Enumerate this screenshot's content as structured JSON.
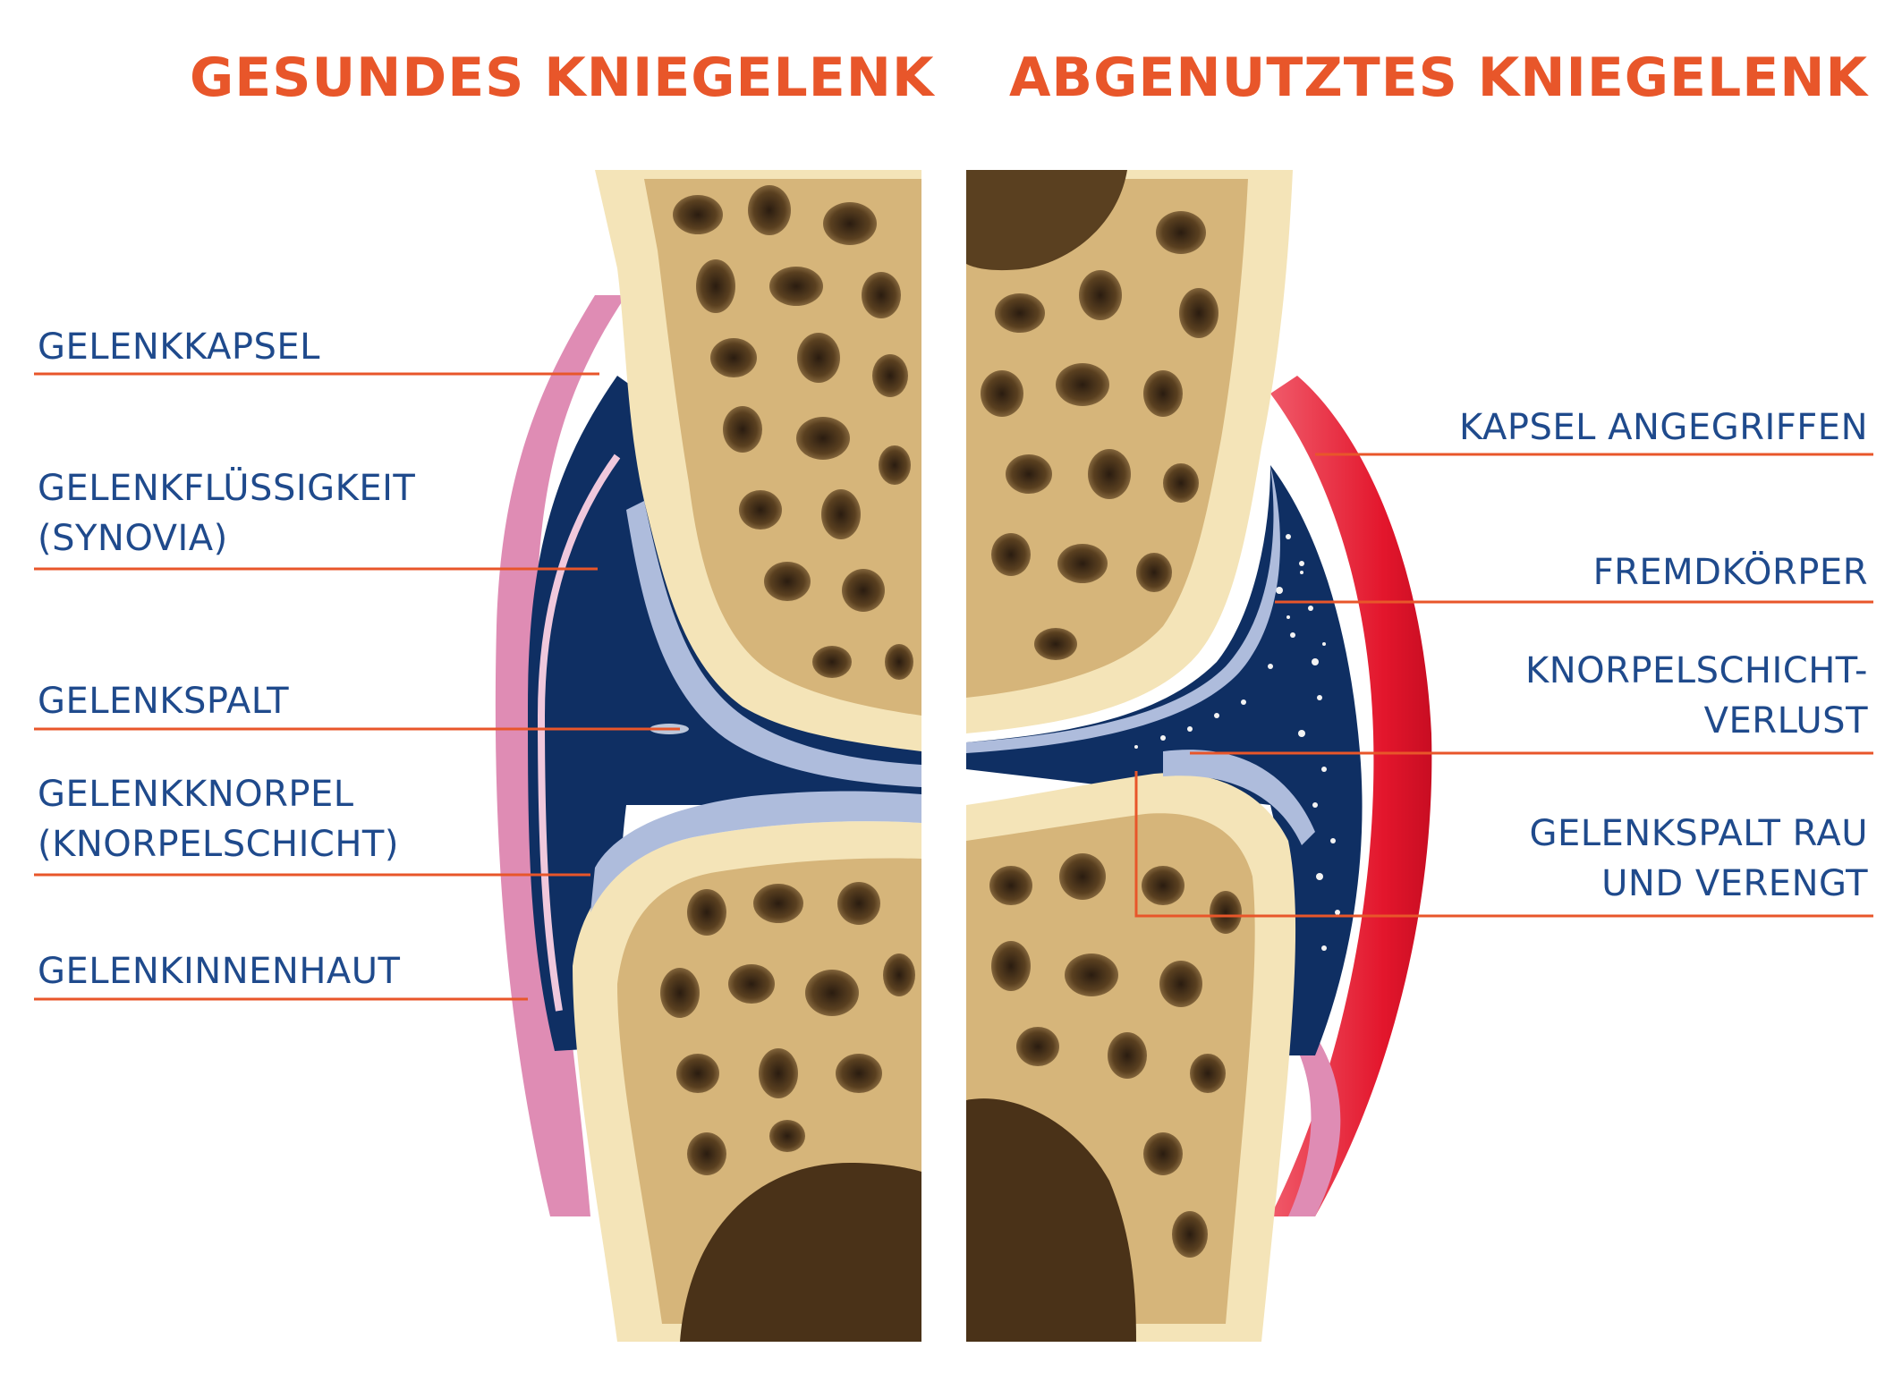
{
  "headings": {
    "left": "GESUNDES KNIEGELENK",
    "right": "ABGENUTZTES KNIEGELENK"
  },
  "labels_left": [
    {
      "lines": [
        "GELENKKAPSEL"
      ]
    },
    {
      "lines": [
        "GELENKFLÜSSIGKEIT",
        "(SYNOVIA)"
      ]
    },
    {
      "lines": [
        "GELENKSPALT"
      ]
    },
    {
      "lines": [
        "GELENKKNORPEL",
        "(KNORPELSCHICHT)"
      ]
    },
    {
      "lines": [
        "GELENKINNENHAUT"
      ]
    }
  ],
  "labels_right": [
    {
      "lines": [
        "KAPSEL ANGEGRIFFEN"
      ]
    },
    {
      "lines": [
        "FREMDKÖRPER"
      ]
    },
    {
      "lines": [
        "KNORPELSCHICHT-",
        "VERLUST"
      ]
    },
    {
      "lines": [
        "GELENKSPALT RAU",
        "UND VERENGT"
      ]
    }
  ],
  "colors": {
    "heading": "#e8562a",
    "label_text": "#1f4a8c",
    "leader_line": "#e8562a",
    "bone": "#f4e4b8",
    "spongy_bone": "#d6b57a",
    "cartilage": "#aebcdc",
    "synovial_fluid": "#0f2f63",
    "capsule_healthy": "#df8cb4",
    "capsule_inflamed": "#e3162c"
  }
}
